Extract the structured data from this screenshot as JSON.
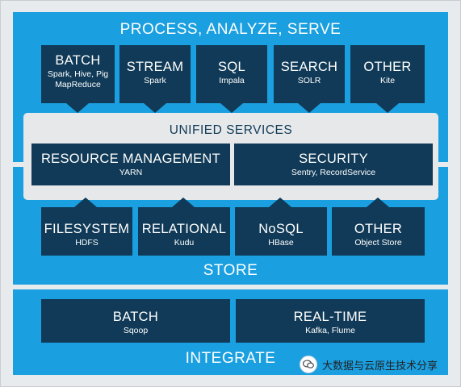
{
  "process": {
    "title": "PROCESS, ANALYZE, SERVE",
    "boxes": [
      {
        "title": "BATCH",
        "sub": "Spark, Hive, Pig",
        "sub2": "MapReduce"
      },
      {
        "title": "STREAM",
        "sub": "Spark"
      },
      {
        "title": "SQL",
        "sub": "Impala"
      },
      {
        "title": "SEARCH",
        "sub": "SOLR"
      },
      {
        "title": "OTHER",
        "sub": "Kite"
      }
    ]
  },
  "unified": {
    "title": "UNIFIED SERVICES",
    "boxes": [
      {
        "title": "RESOURCE MANAGEMENT",
        "sub": "YARN"
      },
      {
        "title": "SECURITY",
        "sub": "Sentry, RecordService"
      }
    ]
  },
  "store": {
    "title": "STORE",
    "boxes": [
      {
        "title": "FILESYSTEM",
        "sub": "HDFS"
      },
      {
        "title": "RELATIONAL",
        "sub": "Kudu"
      },
      {
        "title": "NoSQL",
        "sub": "HBase"
      },
      {
        "title": "OTHER",
        "sub": "Object Store"
      }
    ]
  },
  "integrate": {
    "title": "INTEGRATE",
    "boxes": [
      {
        "title": "BATCH",
        "sub": "Sqoop"
      },
      {
        "title": "REAL-TIME",
        "sub": "Kafka, Flume"
      }
    ]
  },
  "watermark": {
    "text": "大数据与云原生技术分享",
    "icon": "wechat-icon"
  },
  "colors": {
    "accent": "#1a9fe0",
    "box": "#103a57",
    "unified": "#e6e8ea"
  }
}
